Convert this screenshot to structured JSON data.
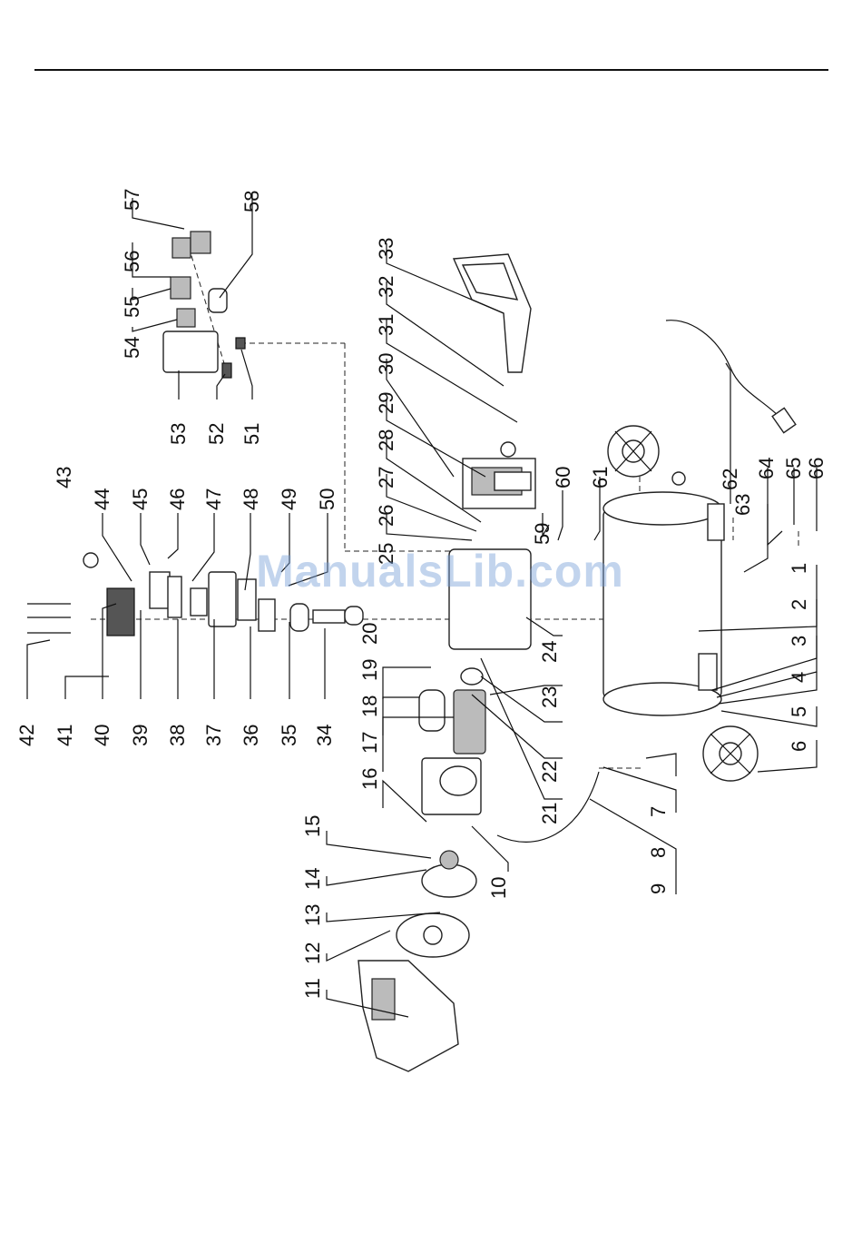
{
  "watermark": "ManualsLib.com",
  "labels": [
    "1",
    "2",
    "3",
    "4",
    "5",
    "6",
    "7",
    "8",
    "9",
    "10",
    "11",
    "12",
    "13",
    "14",
    "15",
    "16",
    "17",
    "18",
    "19",
    "20",
    "21",
    "22",
    "23",
    "24",
    "25",
    "26",
    "27",
    "28",
    "29",
    "30",
    "31",
    "32",
    "33",
    "34",
    "35",
    "36",
    "37",
    "38",
    "39",
    "40",
    "41",
    "42",
    "43",
    "44",
    "45",
    "46",
    "47",
    "48",
    "49",
    "50",
    "51",
    "52",
    "53",
    "54",
    "55",
    "56",
    "57",
    "58",
    "59",
    "60",
    "61",
    "62",
    "63",
    "64",
    "65",
    "66"
  ]
}
